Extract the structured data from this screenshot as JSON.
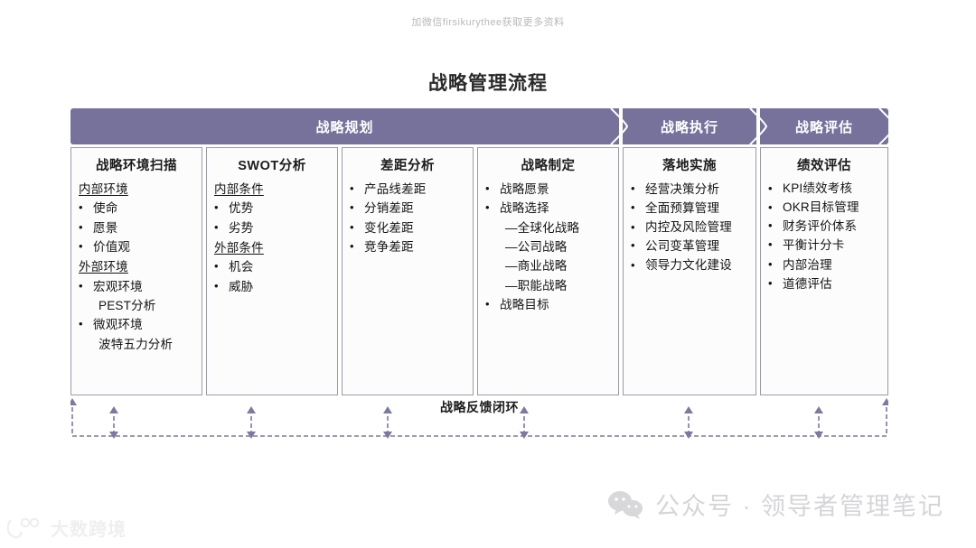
{
  "watermarks": {
    "top": "加微信firsikurythee获取更多资料",
    "wechat_label": "公众号 · 领导者管理笔记",
    "wechat_icon": "wechat-icon",
    "brand_text": "大数跨境",
    "brand_icon": "brand-logo-icon"
  },
  "page_title": "战略管理流程",
  "colors": {
    "phase_purple": "#77729c",
    "box_border": "#9a9aa6",
    "box_fill": "#fcfcfd",
    "loop_stroke": "#7b7aa0",
    "text": "#141414"
  },
  "phases": [
    {
      "label": "战略规划"
    },
    {
      "label": "战略执行"
    },
    {
      "label": "战略评估"
    }
  ],
  "columns": [
    {
      "head": "战略环境扫描",
      "items": [
        {
          "kind": "heading",
          "text": "内部环境"
        },
        {
          "kind": "bullet",
          "text": "使命"
        },
        {
          "kind": "bullet",
          "text": "愿景"
        },
        {
          "kind": "bullet",
          "text": "价值观"
        },
        {
          "kind": "heading",
          "text": "外部环境"
        },
        {
          "kind": "bullet",
          "text": "宏观环境"
        },
        {
          "kind": "plain",
          "text": "PEST分析"
        },
        {
          "kind": "bullet",
          "text": "微观环境"
        },
        {
          "kind": "plain",
          "text": "波特五力分析"
        }
      ]
    },
    {
      "head": "SWOT分析",
      "items": [
        {
          "kind": "heading",
          "text": "内部条件"
        },
        {
          "kind": "bullet",
          "text": "优势"
        },
        {
          "kind": "bullet",
          "text": "劣势"
        },
        {
          "kind": "heading",
          "text": "外部条件"
        },
        {
          "kind": "bullet",
          "text": "机会"
        },
        {
          "kind": "bullet",
          "text": "威胁"
        }
      ]
    },
    {
      "head": "差距分析",
      "items": [
        {
          "kind": "bullet",
          "text": "产品线差距"
        },
        {
          "kind": "bullet",
          "text": "分销差距"
        },
        {
          "kind": "bullet",
          "text": "变化差距"
        },
        {
          "kind": "bullet",
          "text": "竞争差距"
        }
      ]
    },
    {
      "head": "战略制定",
      "items": [
        {
          "kind": "bullet",
          "text": "战略愿景"
        },
        {
          "kind": "bullet",
          "text": "战略选择"
        },
        {
          "kind": "dash",
          "text": "—全球化战略"
        },
        {
          "kind": "dash",
          "text": "—公司战略"
        },
        {
          "kind": "dash",
          "text": "—商业战略"
        },
        {
          "kind": "dash",
          "text": "—职能战略"
        },
        {
          "kind": "bullet",
          "text": "战略目标"
        }
      ]
    },
    {
      "head": "落地实施",
      "items": [
        {
          "kind": "bullet",
          "text": "经营决策分析"
        },
        {
          "kind": "bullet",
          "text": "全面预算管理"
        },
        {
          "kind": "bullet",
          "text": "内控及风险管理"
        },
        {
          "kind": "bullet",
          "text": "公司变革管理"
        },
        {
          "kind": "bullet",
          "text": "领导力文化建设"
        }
      ]
    },
    {
      "head": "绩效评估",
      "items": [
        {
          "kind": "bullet",
          "text": "KPI绩效考核"
        },
        {
          "kind": "bullet",
          "text": "OKR目标管理"
        },
        {
          "kind": "bullet",
          "text": "财务评价体系"
        },
        {
          "kind": "bullet",
          "text": "平衡计分卡"
        },
        {
          "kind": "bullet",
          "text": "内部治理"
        },
        {
          "kind": "bullet",
          "text": "道德评估"
        }
      ]
    }
  ],
  "feedback_loop": {
    "label": "战略反馈闭环",
    "arrow_count": 7
  },
  "bullet_glyph": "•"
}
